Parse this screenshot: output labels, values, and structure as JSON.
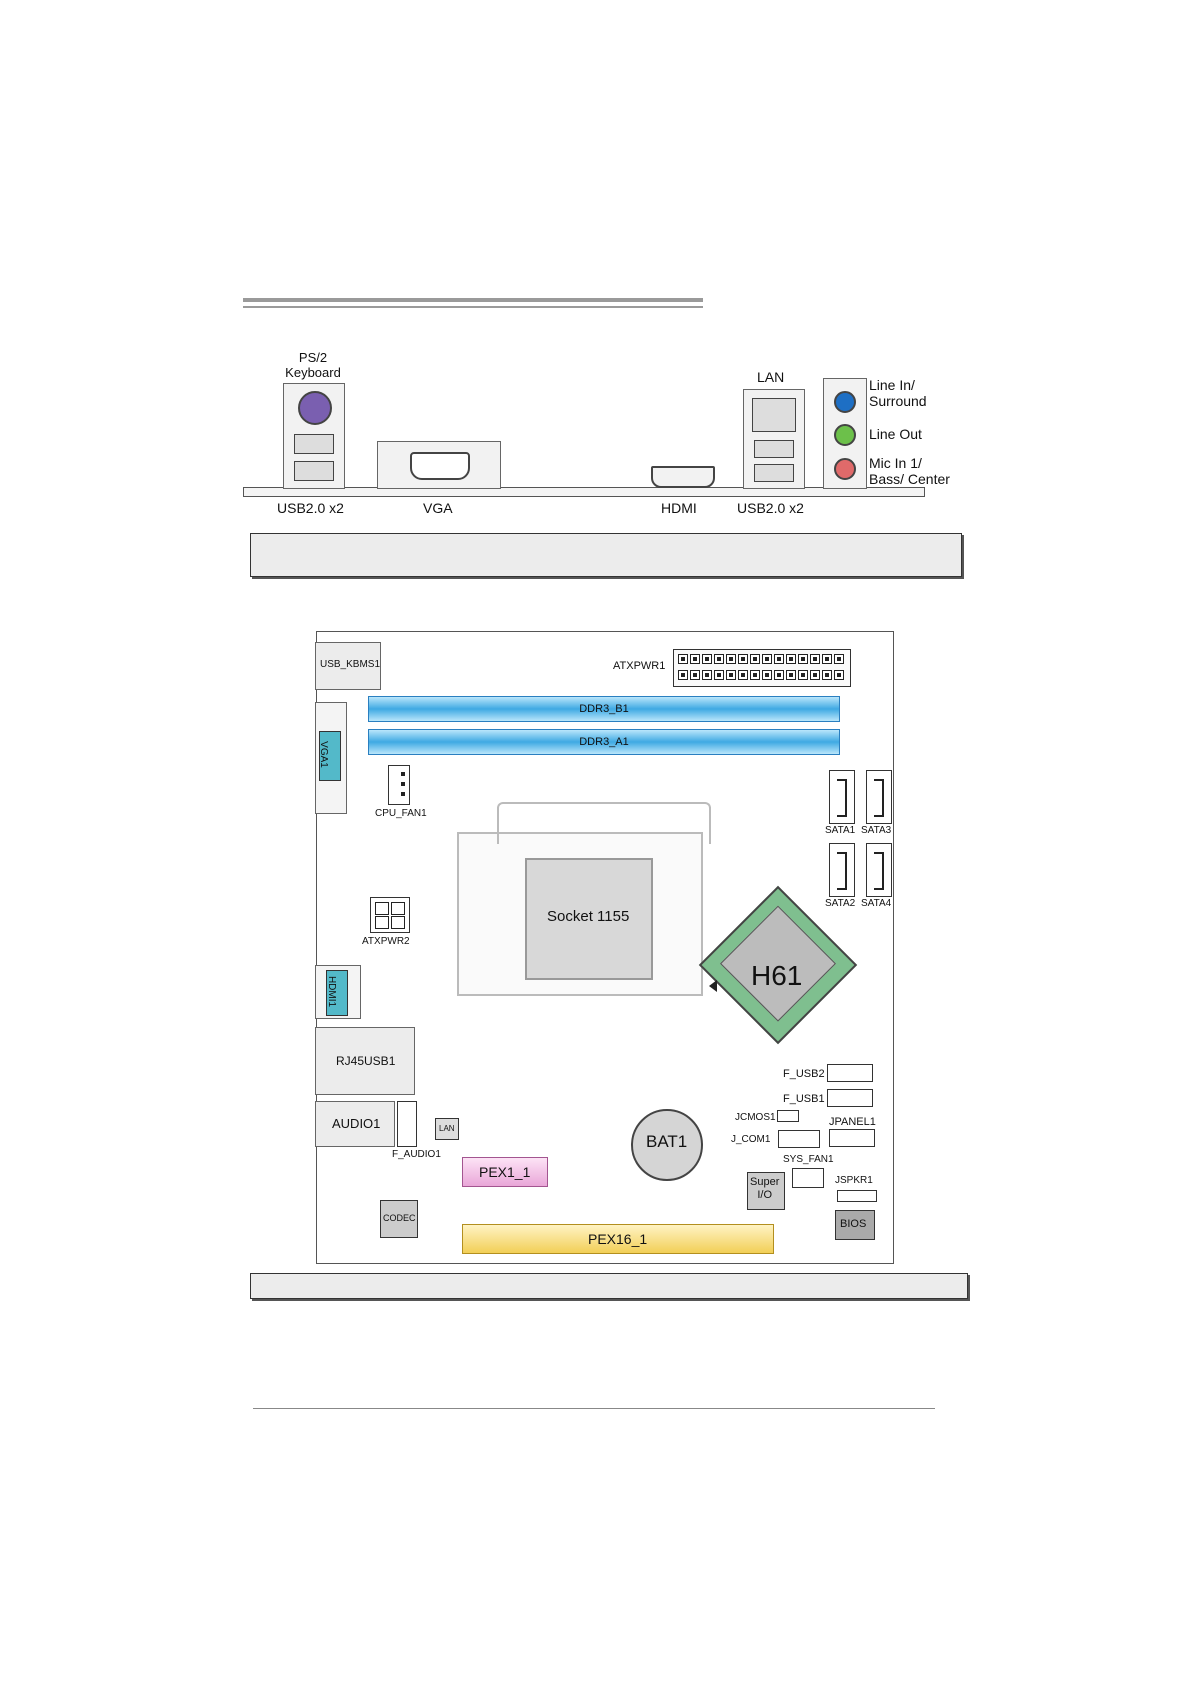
{
  "back_panel": {
    "ps2_label": "PS/2\nKeyboard",
    "usb_left_label": "USB2.0 x2",
    "vga_label": "VGA",
    "hdmi_label": "HDMI",
    "lan_label": "LAN",
    "usb_right_label": "USB2.0 x2",
    "line_in_label": "Line In/\nSurround",
    "line_out_label": "Line Out",
    "mic_in_label": "Mic In 1/\nBass/ Center",
    "audio_colors": {
      "line_in": "#1e6fc4",
      "line_out": "#6cc04a",
      "mic_in": "#e06a6a"
    }
  },
  "board": {
    "usb_kbms": "USB_KBMS1",
    "atxpwr1": "ATXPWR1",
    "ddr3_b1": "DDR3_B1",
    "ddr3_a1": "DDR3_A1",
    "vga1": "VGA1",
    "cpu_fan": "CPU_FAN1",
    "sata1": "SATA1",
    "sata3": "SATA3",
    "sata2": "SATA2",
    "sata4": "SATA4",
    "socket": "Socket 1155",
    "atxpwr2": "ATXPWR2",
    "chipset": "H61",
    "hdmi1": "HDMI1",
    "rj45usb1": "RJ45USB1",
    "f_usb2": "F_USB2",
    "f_usb1": "F_USB1",
    "audio1": "AUDIO1",
    "lan_chip": "LAN",
    "jcmos1": "JCMOS1",
    "jpanel1": "JPANEL1",
    "bat1": "BAT1",
    "j_com1": "J_COM1",
    "f_audio1": "F_AUDIO1",
    "pex1_1": "PEX1_1",
    "sys_fan1": "SYS_FAN1",
    "super_io": "Super\nI/O",
    "jspkr1": "JSPKR1",
    "codec": "CODEC",
    "pex16_1": "PEX16_1",
    "bios": "BIOS"
  }
}
